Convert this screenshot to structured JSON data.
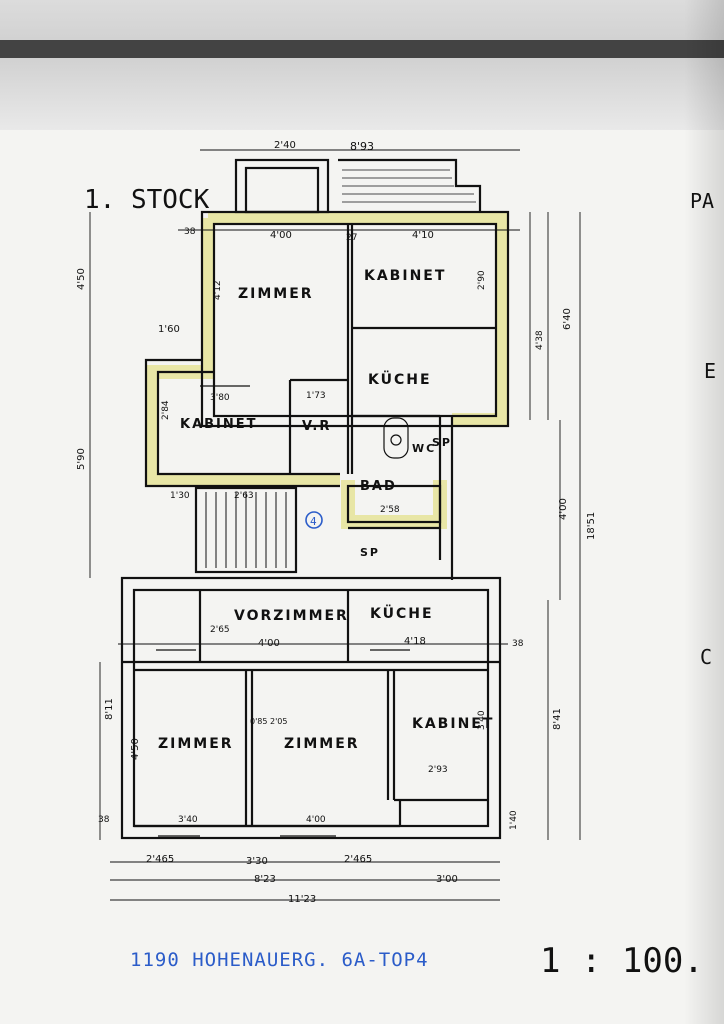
{
  "header": {
    "floor_label": "1. STOCK",
    "edge_letters": [
      "PA",
      "E",
      "C"
    ]
  },
  "rooms": {
    "zimmer_top": "ZIMMER",
    "kabinet_top": "KABINET",
    "kueche_top": "KÜCHE",
    "kabinet_left": "KABINET",
    "vr": "V.R",
    "bad": "BAD",
    "wc": "WC",
    "sp_top": "SP",
    "sp_lower": "SP",
    "vorzimmer": "VORZIMMER",
    "kueche_lower": "KÜCHE",
    "zimmer_left": "ZIMMER",
    "zimmer_mid": "ZIMMER",
    "kabinet_right": "KABINET"
  },
  "dimensions": {
    "top_240": "2'40",
    "top_893": "8'93",
    "d_400_top": "4'00",
    "d_410": "4'10",
    "d_38a": "38",
    "d_27": "27",
    "d_450": "4'50",
    "d_412": "4'12",
    "d_160": "1'60",
    "d_290": "2'90",
    "d_640": "6'40",
    "d_438": "4'38",
    "d_590": "5'90",
    "d_380": "3'80",
    "d_173": "1'73",
    "d_284": "2'84",
    "d_263": "2'63",
    "d_130": "1'30",
    "d_258": "2'58",
    "d_400_right": "4'00",
    "d_1851": "18'51",
    "d_418": "4'18",
    "d_400_mid": "4'00",
    "d_265": "2'65",
    "d_811": "8'11",
    "d_450_lower": "4'50",
    "d_340_a": "3'40",
    "d_293": "2'93",
    "d_340_b": "3'40",
    "d_400_bottom": "4'00",
    "d_841": "8'41",
    "d_140": "1'40",
    "d_2465a": "2'465",
    "d_330": "3'30",
    "d_2465b": "2'465",
    "d_823": "8'23",
    "d_300": "3'00",
    "d_1123": "11'23",
    "door_085_205": "0'85 2'05",
    "d_38b": "38",
    "d_38c": "38"
  },
  "marker": "4",
  "footer": {
    "address": "1190 HOHENAUERG. 6A-TOP4",
    "scale": "1 : 100."
  },
  "colors": {
    "ink": "#111111",
    "wall_highlight": "#e8e6a6",
    "blue_ink": "#2b5cc9",
    "paper": "#f4f4f2"
  }
}
